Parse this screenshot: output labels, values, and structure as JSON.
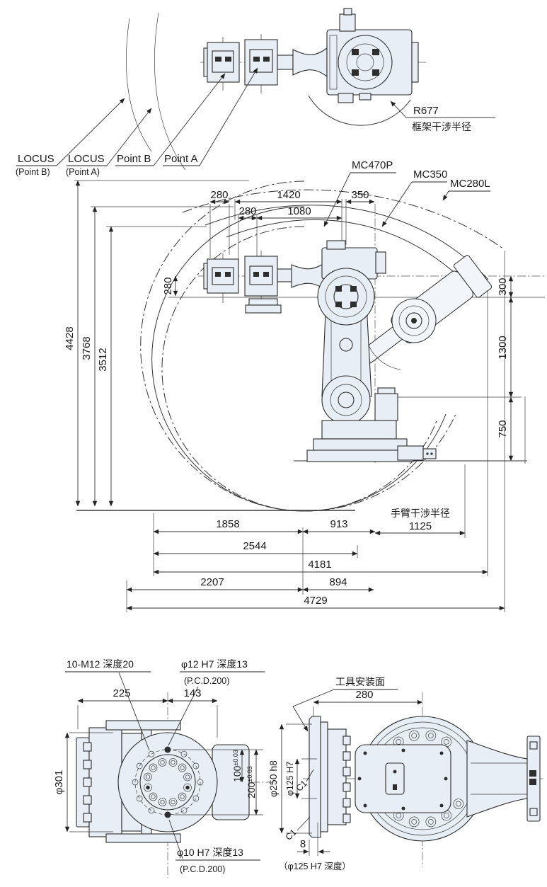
{
  "top_view": {
    "r677_label": "R677",
    "r677_caption": "框架干涉半径"
  },
  "callouts": {
    "locus_point_b": {
      "title": "LOCUS",
      "subtitle": "(Point B)"
    },
    "locus_point_a": {
      "title": "LOCUS",
      "subtitle": "(Point A)"
    },
    "point_b": "Point B",
    "point_a": "Point A",
    "mc470p": "MC470P",
    "mc350": "MC350",
    "mc280l": "MC280L"
  },
  "main_view": {
    "top_dims": {
      "d280_outer": "280",
      "d1420": "1420",
      "d350": "350",
      "d280_inner": "280",
      "d1080": "1080"
    },
    "left_dims": {
      "d4428": "4428",
      "d3768": "3768",
      "d3512": "3512",
      "d280_wrist": "280"
    },
    "right_dims": {
      "d300": "300",
      "d1300": "1300",
      "d750": "750"
    },
    "bottom_dims": {
      "d1858": "1858",
      "d913": "913",
      "arm_interference_label": "手臂干涉半径",
      "d1125": "1125",
      "d2544": "2544",
      "d4181": "4181",
      "d2207": "2207",
      "d894": "894",
      "d4729": "4729"
    }
  },
  "flange_view": {
    "callout_m12": "10-M12 深度20",
    "callout_phi12": "φ12 H7 深度13",
    "callout_phi12_pcd": "(P.C.D.200)",
    "callout_phi10": "φ10 H7 深度13",
    "callout_phi10_pcd": "(P.C.D.200)",
    "d225": "225",
    "d143": "143",
    "phi301": "φ301",
    "d100": "100",
    "d100_tol": "±0.03",
    "d200": "200",
    "d200_tol": "±0.03"
  },
  "side_view": {
    "tool_mount_label": "工具安装面",
    "d280": "280",
    "phi250": "φ250 h8",
    "phi125": "φ125 H7",
    "c1_upper": "C1",
    "c1_lower": "C1",
    "d8": "8",
    "phi125_depth_note": "（φ125 H7 深度）"
  },
  "colors": {
    "line": "#2b2b2b",
    "body_fill": "#e8eef6",
    "text": "#1a1a1a"
  }
}
